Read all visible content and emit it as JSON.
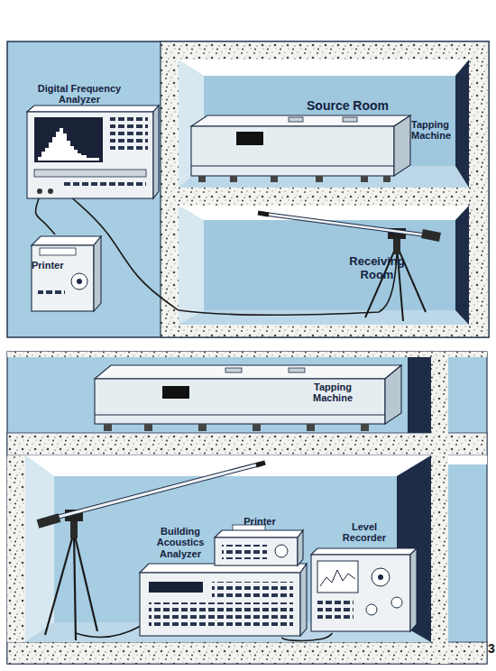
{
  "diagram": {
    "nodes": [
      {
        "text": [
          "Source Room"
        ]
      },
      {
        "text": [
          "Tapping Machine"
        ],
        "in": 0
      },
      {
        "text": [
          "Receiving Room"
        ]
      },
      {
        "text": [
          "Digital Frequency Analyzer"
        ]
      },
      {
        "text": [
          "Printer"
        ]
      },
      {
        "text": [
          "Tapping Machine"
        ]
      },
      {
        "text": [
          "Building Acoustics Analyzer"
        ]
      },
      {
        "text": [
          "Printer"
        ]
      },
      {
        "text": [
          "Level Recorder"
        ]
      }
    ],
    "edges": [
      {
        "from": 3,
        "to": 4,
        "arrow": "none"
      },
      {
        "from": 3,
        "to": 2,
        "arrow": "none"
      },
      {
        "from": 6,
        "to": 8,
        "arrow": "none"
      }
    ],
    "labels": [
      "3"
    ]
  }
}
